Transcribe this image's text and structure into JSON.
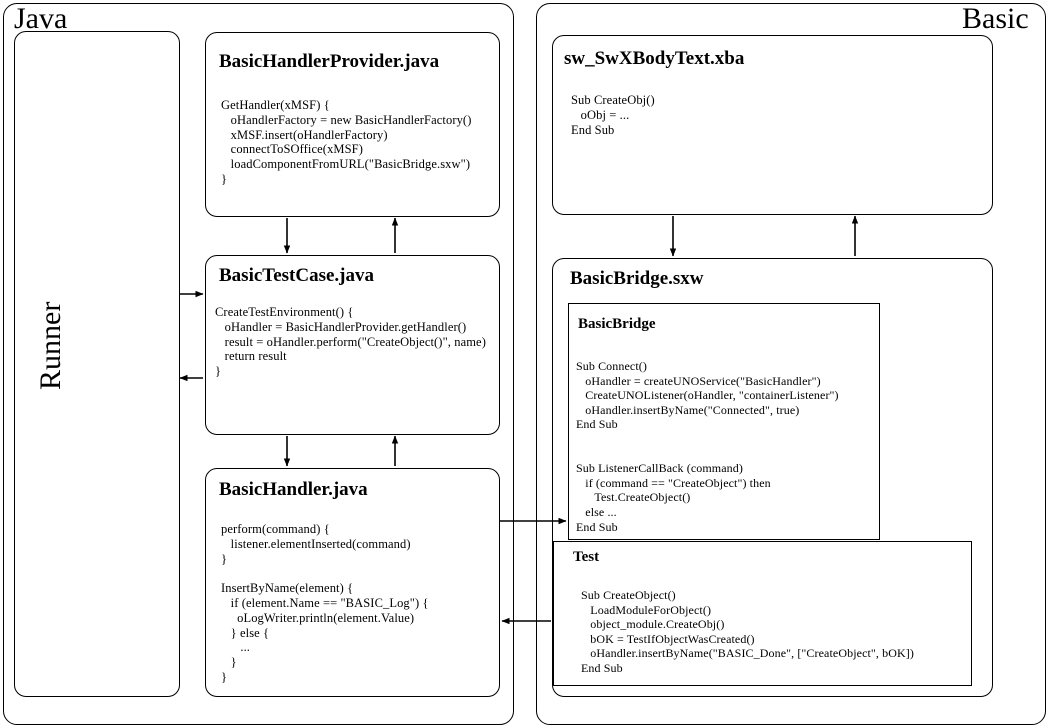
{
  "diagram": {
    "title": "Java / Basic BasicBridge architecture diagram",
    "panels": {
      "java": {
        "label": "Java"
      },
      "basic": {
        "label": "Basic"
      }
    },
    "runner": {
      "label": "Runner"
    },
    "boxes": {
      "handler_provider": {
        "title": "BasicHandlerProvider.java",
        "code": "GetHandler(xMSF) {\n   oHandlerFactory = new BasicHandlerFactory()\n   xMSF.insert(oHandlerFactory)\n   connectToSOffice(xMSF)\n   loadComponentFromURL(\"BasicBridge.sxw\")\n}"
      },
      "test_case": {
        "title": "BasicTestCase.java",
        "code": "CreateTestEnvironment() {\n   oHandler = BasicHandlerProvider.getHandler()\n   result = oHandler.perform(\"CreateObject()\", name)\n   return result\n}"
      },
      "handler": {
        "title": "BasicHandler.java",
        "code": "perform(command) {\n   listener.elementInserted(command)\n}\n\nInsertByName(element) {\n   if (element.Name == \"BASIC_Log\") {\n     oLogWriter.println(element.Value)\n   } else {\n      ...\n   }\n}"
      },
      "body_text": {
        "title": "sw_SwXBodyText.xba",
        "code": "Sub CreateObj()\n   oObj = ...\nEnd Sub"
      },
      "bridge_doc": {
        "title": "BasicBridge.sxw"
      },
      "bridge_module": {
        "title": "BasicBridge",
        "code": "Sub Connect()\n   oHandler = createUNOService(\"BasicHandler\")\n   CreateUNOListener(oHandler, \"containerListener\")\n   oHandler.insertByName(\"Connected\", true)\nEnd Sub\n\n\nSub ListenerCallBack (command)\n   if (command == \"CreateObject\") then\n      Test.CreateObject()\n   else ...\nEnd Sub"
      },
      "test_module": {
        "title": "Test",
        "code": "Sub CreateObject()\n   LoadModuleForObject()\n   object_module.CreateObj()\n   bOK = TestIfObjectWasCreated()\n   oHandler.insertByName(\"BASIC_Done\", [\"CreateObject\", bOK])\nEnd Sub"
      }
    },
    "colors": {
      "stroke": "#000000",
      "background": "#ffffff"
    }
  }
}
